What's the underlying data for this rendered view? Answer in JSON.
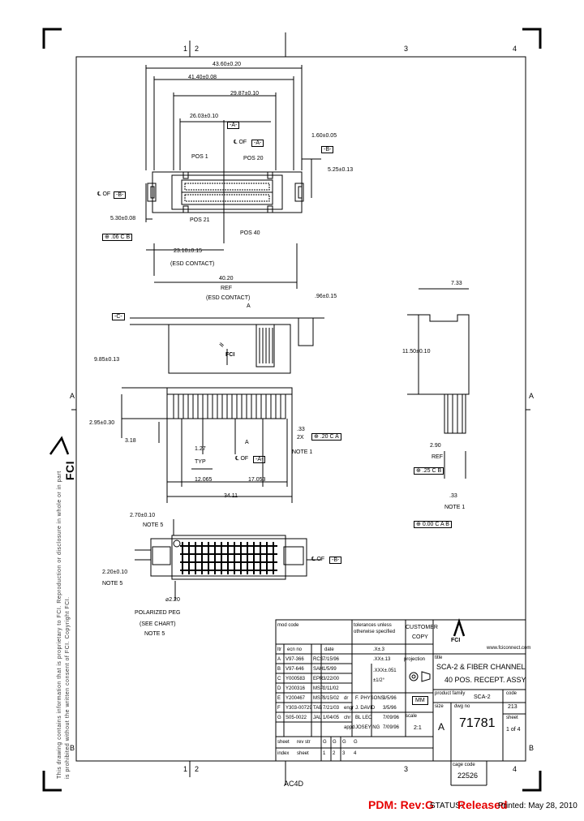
{
  "zones": {
    "top": [
      "1",
      "2",
      "3",
      "4"
    ],
    "bottom": [
      "1",
      "2",
      "3",
      "4"
    ],
    "left": [
      "A",
      "B"
    ],
    "right": [
      "A",
      "B"
    ]
  },
  "side_notice": {
    "line1": "This drawing contains information that is proprietary to FCI. Reproduction or disclosure in whole or in part",
    "line2": "is prohibited without the written consent of FCI. Copyright FCI.",
    "logo": "FCI"
  },
  "dims": {
    "d1": "43.60±0.20",
    "d2": "41.40±0.08",
    "d3": "29.87±0.10",
    "d4": "26.03±0.10",
    "datum_a": "-A-",
    "datum_b": "-B-",
    "datum_c": "-C-",
    "d5": "1.60±0.05",
    "pos1": "POS 1",
    "pos20": "POS 20",
    "pos21": "POS 21",
    "pos40": "POS 40",
    "cl_of_a": "℄ OF",
    "cl_of_b": "℄ OF",
    "d6": "5.25±0.13",
    "d7": "5.30±0.08",
    "fcf1_tol": ".06",
    "fcf1_refs": "C  B",
    "d8": "23.10±0.15",
    "d8_note": "(ESD CONTACT)",
    "d9": "40.20",
    "d9_ref": "REF",
    "d9_note": "(ESD CONTACT)",
    "d10": ".96±0.15",
    "d11": "9.85±0.13",
    "d12": "2.95±0.30",
    "d13": "3.18",
    "d14": ".33",
    "d14_2x": "2X",
    "d14_note": "NOTE 1",
    "fcf2_tol": ".20",
    "fcf2_refs": "C  A",
    "d15": "1.27",
    "d15_typ": "TYP",
    "d16": "12.065",
    "d17": "17.053",
    "d18": "34.11",
    "d19": "2.70±0.10",
    "d19_note": "NOTE 5",
    "d20": "2.20±0.10",
    "d20_note": "NOTE 5",
    "d21": "⌀2.20",
    "peg1": "POLARIZED PEG",
    "peg2": "(SEE CHART)",
    "peg3": "NOTE 5",
    "r1": "7.33",
    "r2": "11.50±0.10",
    "r3": "2.90",
    "r3_ref": "REF",
    "fcf3_tol": ".25",
    "fcf3_refs": "C  B",
    "r4": ".33",
    "r4_note": "NOTE 1",
    "fcf4_tol": "0.00",
    "fcf4_refs": "C  A  B",
    "fci_mark": "FCI"
  },
  "title_block": {
    "mod_code": "mod code",
    "tol_1": "tolerances unless",
    "tol_2": "otherwise specified",
    "tol_v1": ".X±.3",
    "tol_v2": ".XX±.13",
    "tol_v3": ".XXX±.051",
    "tol_v4": "±1/2°",
    "customer": "CUSTOMER",
    "copy": "COPY",
    "fci_logo": "FCI",
    "website": "www.fciconnect.com",
    "hdr_rev": "ltr",
    "hdr_ecn": "ecn no",
    "hdr_date": "date",
    "projection": "projection",
    "title_label": "title",
    "title_1": "SCA-2 & FIBER CHANNEL",
    "title_2": "40 POS. RECEPT. ASSY",
    "revs": [
      {
        "ltr": "A",
        "ecn": "V97-366",
        "by": "RCS",
        "date": "7/15/96"
      },
      {
        "ltr": "B",
        "ecn": "V97-646",
        "by": "SAH",
        "date": "1/5/99"
      },
      {
        "ltr": "C",
        "ecn": "Y000583",
        "by": "EPR",
        "date": "3/22/00"
      },
      {
        "ltr": "D",
        "ecn": "Y200316",
        "by": "MSP",
        "date": "2/11/02"
      },
      {
        "ltr": "E",
        "ecn": "Y200467",
        "by": "MSP",
        "date": "3/15/02"
      },
      {
        "ltr": "F",
        "ecn": "Y303-00729",
        "by": "TAB",
        "date": "7/21/03"
      },
      {
        "ltr": "G",
        "ecn": "S05-0022",
        "by": "JAL",
        "date": "1/04/05"
      }
    ],
    "roles": [
      {
        "role": "dr",
        "name": "F. PHYSONS",
        "date": "3/5/96"
      },
      {
        "role": "engr",
        "name": "J. DAVID",
        "date": "3/5/96"
      },
      {
        "role": "chr",
        "name": "BL LEO",
        "date": "7/09/96"
      },
      {
        "role": "appd",
        "name": "JOSEY NG",
        "date": "7/09/96"
      }
    ],
    "product_family_label": "product family",
    "product_family": "SCA-2",
    "code_label": "code",
    "code": "213",
    "size_label": "size",
    "size": "A",
    "dwg_label": "dwg no",
    "dwg_no": "71781",
    "sheet_label": "sheet",
    "sheet": "1 of 4",
    "mm_label": "MM",
    "scale_label": "scale",
    "scale": "2:1",
    "sheet_row": "sheet",
    "revstr_row": "rev str",
    "index_row": "index",
    "sheet2_row": "sheet",
    "idx": [
      "1",
      "2",
      "3",
      "4"
    ],
    "idx_g": [
      "G",
      "G",
      "G",
      "G"
    ],
    "cage_label": "cage code",
    "cage": "22526",
    "a4": "AC4D"
  },
  "footer": {
    "pdm": "PDM: Rev:G",
    "status_label": "STATUS:",
    "status": "Released",
    "printed": "Printed: May 28, 2010"
  },
  "colors": {
    "pdm": "#e60000",
    "ink": "#000000"
  }
}
